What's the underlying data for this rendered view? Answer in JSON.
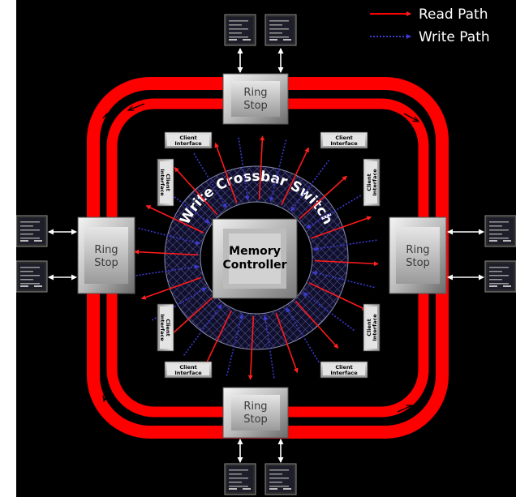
{
  "legend": {
    "read_label": "Read Path",
    "write_label": "Write Path",
    "read_color": "#ff0000",
    "write_color": "#2a2aa8"
  },
  "ring_stops": [
    {
      "id": "top",
      "line1": "Ring",
      "line2": "Stop"
    },
    {
      "id": "left",
      "line1": "Ring",
      "line2": "Stop"
    },
    {
      "id": "right",
      "line1": "Ring",
      "line2": "Stop"
    },
    {
      "id": "bottom",
      "line1": "Ring",
      "line2": "Stop"
    }
  ],
  "memory_controller": {
    "line1": "Memory",
    "line2": "Controller"
  },
  "crossbar_label": "Write Crossbar Switch",
  "client_interface": {
    "line1": "Client",
    "line2": "Interface"
  },
  "colors": {
    "background": "#000000",
    "ring_bus": "#ff0000",
    "crossbar_ring": "#1a1a4a"
  }
}
